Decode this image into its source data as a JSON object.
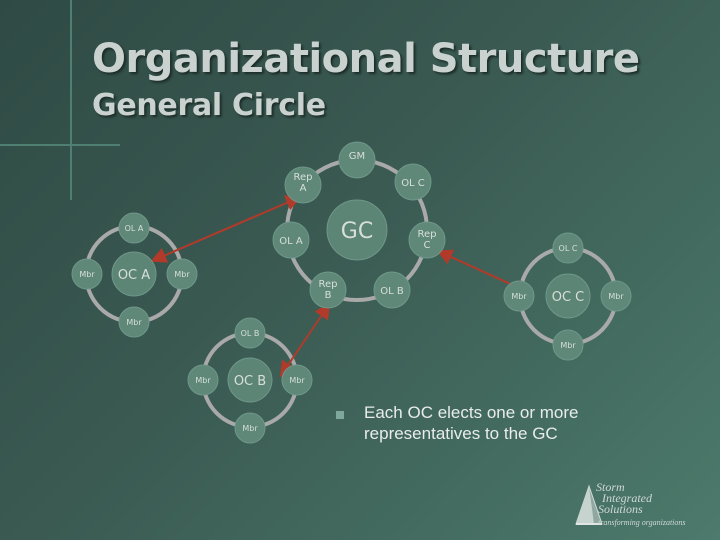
{
  "title": "Organizational Structure",
  "subtitle": "General Circle",
  "bullet": "Each OC elects one or more representatives to the GC",
  "colors": {
    "background": "#3a5a52",
    "ring": "#a9a9a9",
    "node_fill": "#5f8878",
    "center_fill": "#5d8575",
    "node_text": "#d7dfdc",
    "arrow": "#b23a2a"
  },
  "diagram": {
    "gc": {
      "label": "GC",
      "nodes": [
        "GM",
        "Rep\nA",
        "OL C",
        "Rep\nC",
        "OL B",
        "Rep\nB",
        "OL A"
      ]
    },
    "oc_a": {
      "label": "OC A",
      "nodes": [
        "OL A",
        "Mbr",
        "Mbr",
        "Mbr"
      ]
    },
    "oc_b": {
      "label": "OC B",
      "nodes": [
        "OL B",
        "Mbr",
        "Mbr",
        "Mbr"
      ]
    },
    "oc_c": {
      "label": "OC C",
      "nodes": [
        "OL C",
        "Mbr",
        "Mbr",
        "Mbr"
      ]
    }
  },
  "logo": {
    "lines": [
      "Storm",
      "Integrated",
      "Solutions"
    ],
    "tagline": "transforming organizations",
    "icon": "pyramid-logo-icon"
  }
}
